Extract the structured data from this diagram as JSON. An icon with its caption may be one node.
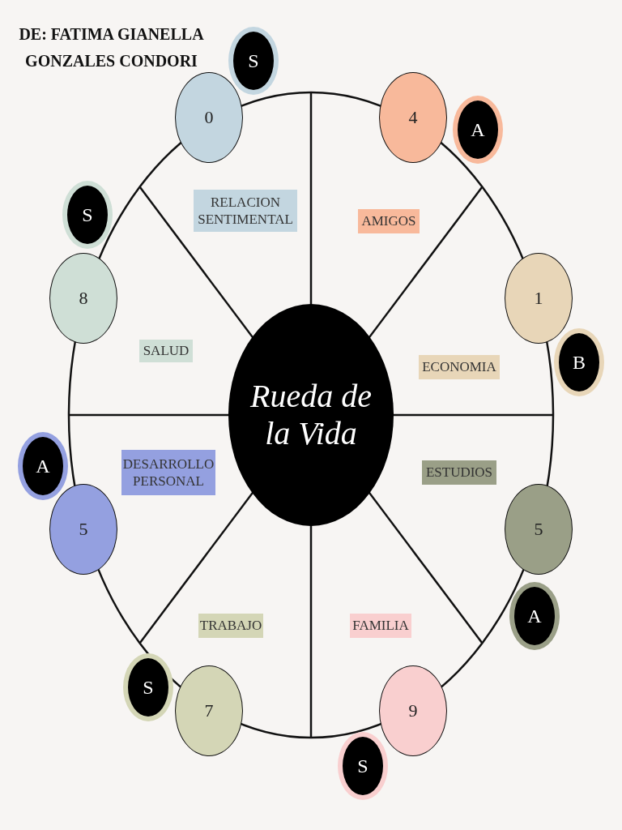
{
  "diagram": {
    "title": "DE: FATIMA GIANELLA GONZALES CONDORI",
    "nodes": [
      {
        "text": [
          "Rueda de la Vida"
        ]
      },
      {
        "text": [
          "0"
        ]
      },
      {
        "text": [
          "S"
        ]
      },
      {
        "text": [
          "RELACION SENTIMENTAL"
        ]
      },
      {
        "text": [
          "4"
        ]
      },
      {
        "text": [
          "A"
        ]
      },
      {
        "text": [
          "AMIGOS"
        ]
      },
      {
        "text": [
          "8"
        ]
      },
      {
        "text": [
          "S"
        ]
      },
      {
        "text": [
          "SALUD"
        ]
      },
      {
        "text": [
          "1"
        ]
      },
      {
        "text": [
          "B"
        ]
      },
      {
        "text": [
          "ECONOMIA"
        ]
      },
      {
        "text": [
          "A"
        ]
      },
      {
        "text": [
          "5"
        ]
      },
      {
        "text": [
          "DESARROLLO PERSONAL"
        ]
      },
      {
        "text": [
          "5"
        ]
      },
      {
        "text": [
          "A"
        ]
      },
      {
        "text": [
          "ESTUDIOS"
        ]
      },
      {
        "text": [
          "S"
        ]
      },
      {
        "text": [
          "7"
        ]
      },
      {
        "text": [
          "TRABAJO"
        ]
      },
      {
        "text": [
          "9"
        ]
      },
      {
        "text": [
          "S"
        ]
      },
      {
        "text": [
          "FAMILIA"
        ]
      }
    ],
    "edges": []
  }
}
